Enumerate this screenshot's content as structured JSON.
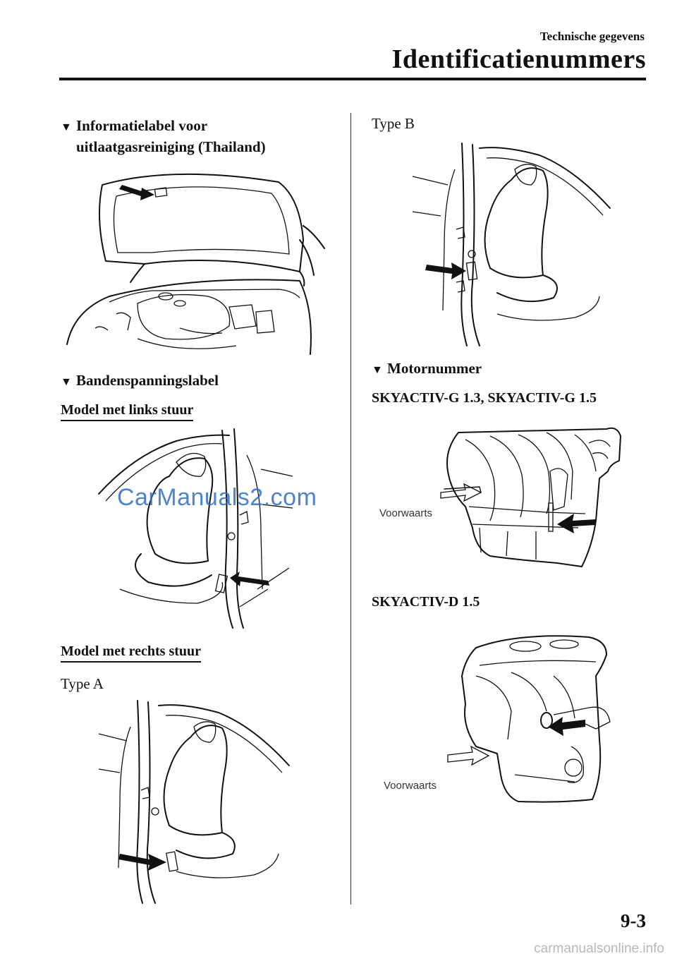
{
  "header": {
    "section": "Technische gegevens",
    "title": "Identificatienummers"
  },
  "left": {
    "heading1": "Informatielabel voor\nuitlaatgasreiniging (Thailand)",
    "heading2": "Bandenspanningslabel",
    "sub_lhd": "Model met links stuur",
    "sub_rhd": "Model met rechts stuur",
    "type_a": "Type A"
  },
  "right": {
    "type_b": "Type B",
    "heading3": "Motornummer",
    "engine_g": "SKYACTIV-G 1.3, SKYACTIV-G 1.5",
    "engine_d": "SKYACTIV-D 1.5",
    "forward_1": "Voorwaarts",
    "forward_2": "Voorwaarts"
  },
  "watermark": "CarManuals2.com",
  "page_number": "9-3",
  "footer_watermark": "carmanualsonline.info",
  "icons": {
    "bullet": "triangle-down-icon"
  }
}
